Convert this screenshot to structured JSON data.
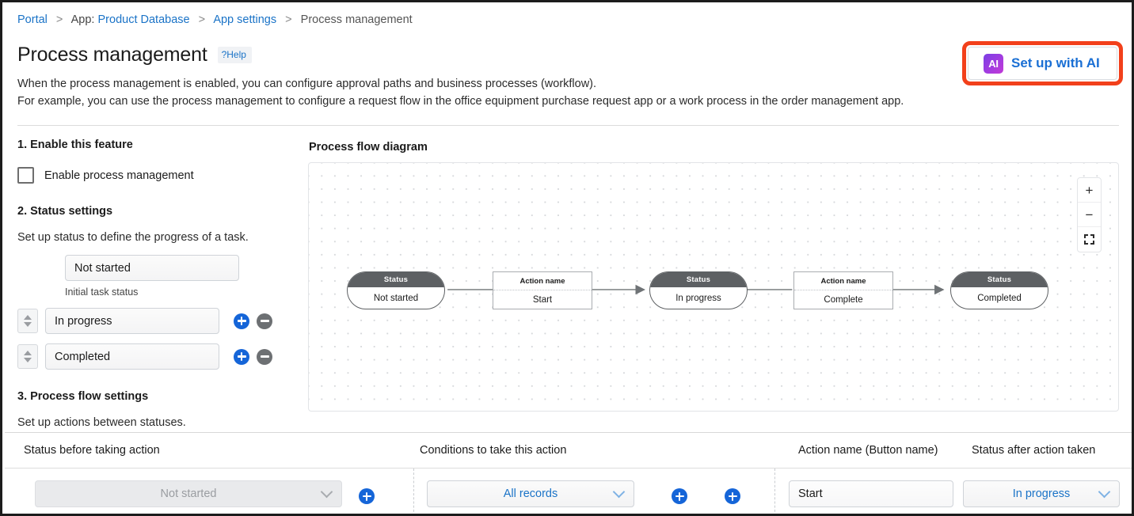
{
  "breadcrumb": {
    "items": [
      {
        "label": "Portal",
        "type": "link"
      },
      {
        "label": "App:",
        "prefix_of": "Product Database",
        "type": "prefix"
      },
      {
        "label": "Product Database",
        "type": "link"
      },
      {
        "label": "App settings",
        "type": "link"
      },
      {
        "label": "Process management",
        "type": "plain"
      }
    ],
    "separator": ">"
  },
  "header": {
    "title": "Process management",
    "help_badge": "?Help",
    "ai_button": {
      "label": "Set up with AI",
      "glyph": "AI",
      "highlight_color": "#f2401b",
      "glyph_gradient_from": "#7b3fe4",
      "glyph_gradient_to": "#c23ad6"
    },
    "description_line1": "When the process management is enabled, you can configure approval paths and business processes (workflow).",
    "description_line2": "For example, you can use the process management to configure a request flow in the office equipment purchase request app or a work process in the order management app."
  },
  "settings": {
    "section1": {
      "heading": "1. Enable this feature",
      "checkbox_label": "Enable process management",
      "checked": false
    },
    "section2": {
      "heading": "2. Status settings",
      "subtext": "Set up status to define the progress of a task.",
      "initial_status_value": "Not started",
      "initial_status_caption": "Initial task status",
      "rows": [
        {
          "value": "In progress"
        },
        {
          "value": "Completed"
        }
      ]
    },
    "section3": {
      "heading": "3. Process flow settings",
      "subtext": "Set up actions between statuses."
    }
  },
  "diagram": {
    "title": "Process flow diagram",
    "zoom_in_label": "+",
    "zoom_out_label": "−",
    "status_header_label": "Status",
    "action_header_label": "Action name",
    "nodes": [
      {
        "kind": "status",
        "header": "Status",
        "body": "Not started"
      },
      {
        "kind": "action",
        "header": "Action name",
        "body": "Start"
      },
      {
        "kind": "status",
        "header": "Status",
        "body": "In progress"
      },
      {
        "kind": "action",
        "header": "Action name",
        "body": "Complete"
      },
      {
        "kind": "status",
        "header": "Status",
        "body": "Completed"
      }
    ]
  },
  "table": {
    "columns": [
      "Status before taking action",
      "Conditions to take this action",
      "Action name (Button name)",
      "Status after action taken"
    ],
    "row": {
      "status_before": "Not started",
      "status_before_disabled": true,
      "condition": "All records",
      "action_name": "Start",
      "status_after": "In progress"
    }
  }
}
